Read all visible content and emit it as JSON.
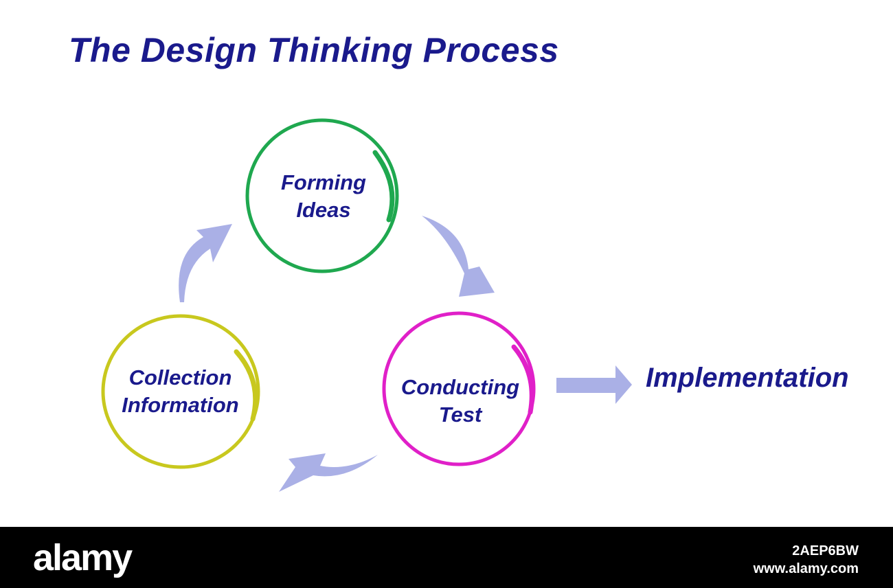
{
  "title": "The Design Thinking Process",
  "steps": [
    {
      "line1": "Forming",
      "line2": "Ideas",
      "color": "#1fa84f"
    },
    {
      "line1": "Conducting",
      "line2": "Test",
      "color": "#e020c8"
    },
    {
      "line1": "Collection",
      "line2": "Information",
      "color": "#c8c81e"
    }
  ],
  "outcome": "Implementation",
  "arrow_color": "#aab0e6",
  "text_color": "#1a1a8c",
  "footer": {
    "logo": "alamy",
    "image_id": "2AEP6BW",
    "site": "www.alamy.com"
  }
}
